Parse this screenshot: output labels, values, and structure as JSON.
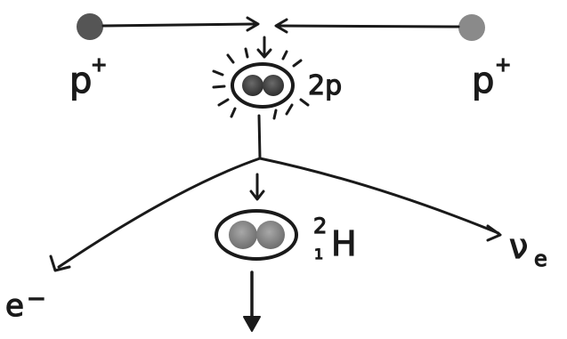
{
  "diagram": {
    "proton_left_label": "p",
    "proton_left_charge": "+",
    "proton_right_label": "p",
    "proton_right_charge": "+",
    "diproton_label": "2p",
    "deuterium_symbol": "H",
    "deuterium_mass_number": "2",
    "deuterium_atomic_number": "1",
    "electron_label": "e",
    "electron_charge": "−",
    "neutrino_symbol": "ν",
    "neutrino_subscript": "e"
  },
  "colors": {
    "ink": "#1a1a1a",
    "proton_left": "#555555",
    "proton_right": "#8a8a8a",
    "nucleon_dark": "#3a3a3a",
    "nucleon_light": "#8c8c8c"
  }
}
